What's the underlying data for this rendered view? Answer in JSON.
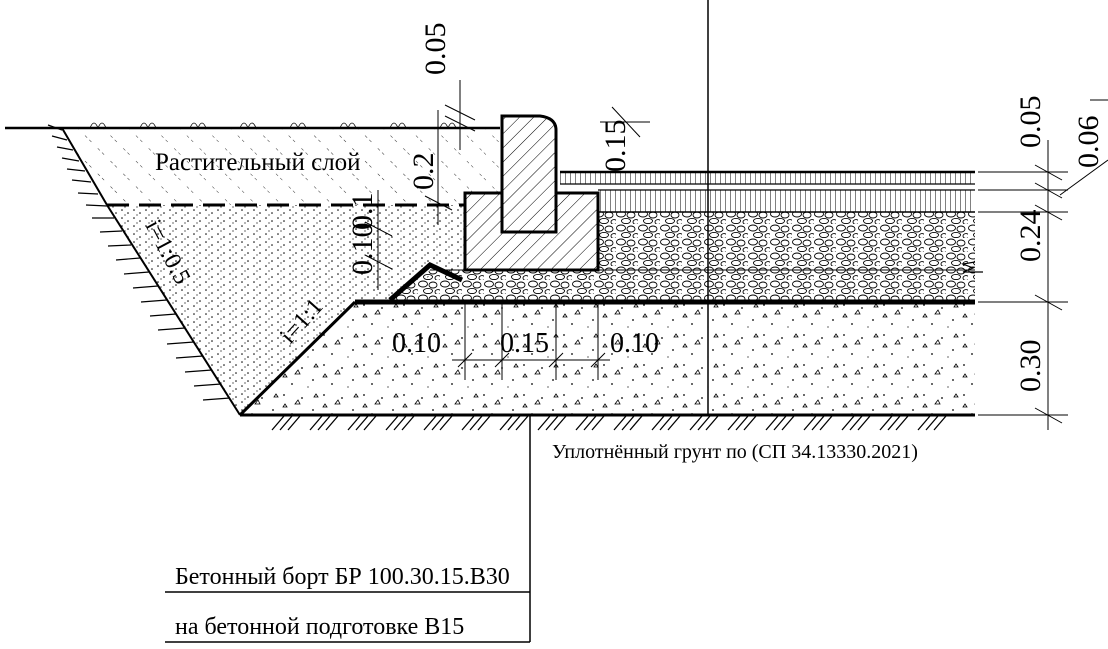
{
  "labels": {
    "topsoil": "Растительный слой",
    "slope_upper": "i=1:0.5",
    "slope_lower": "i=1:1",
    "ground_note": "Уплотнённый грунт по (СП 34.13330.2021)",
    "curb_line1": "Бетонный борт БР 100.30.15.В30",
    "curb_line2": "на бетонной подготовке В15"
  },
  "dims": {
    "top_005": "0.05",
    "curb_015": "0.15",
    "curb_02": "0.2",
    "step_01": "0.1",
    "left_010": "0.10",
    "bed_010": "0.10",
    "bed_015": "0.15",
    "bed_010b": "0.10",
    "right_005": "0.05",
    "right_006": "0.06",
    "right_024": "0.24",
    "right_030": "0.30"
  }
}
